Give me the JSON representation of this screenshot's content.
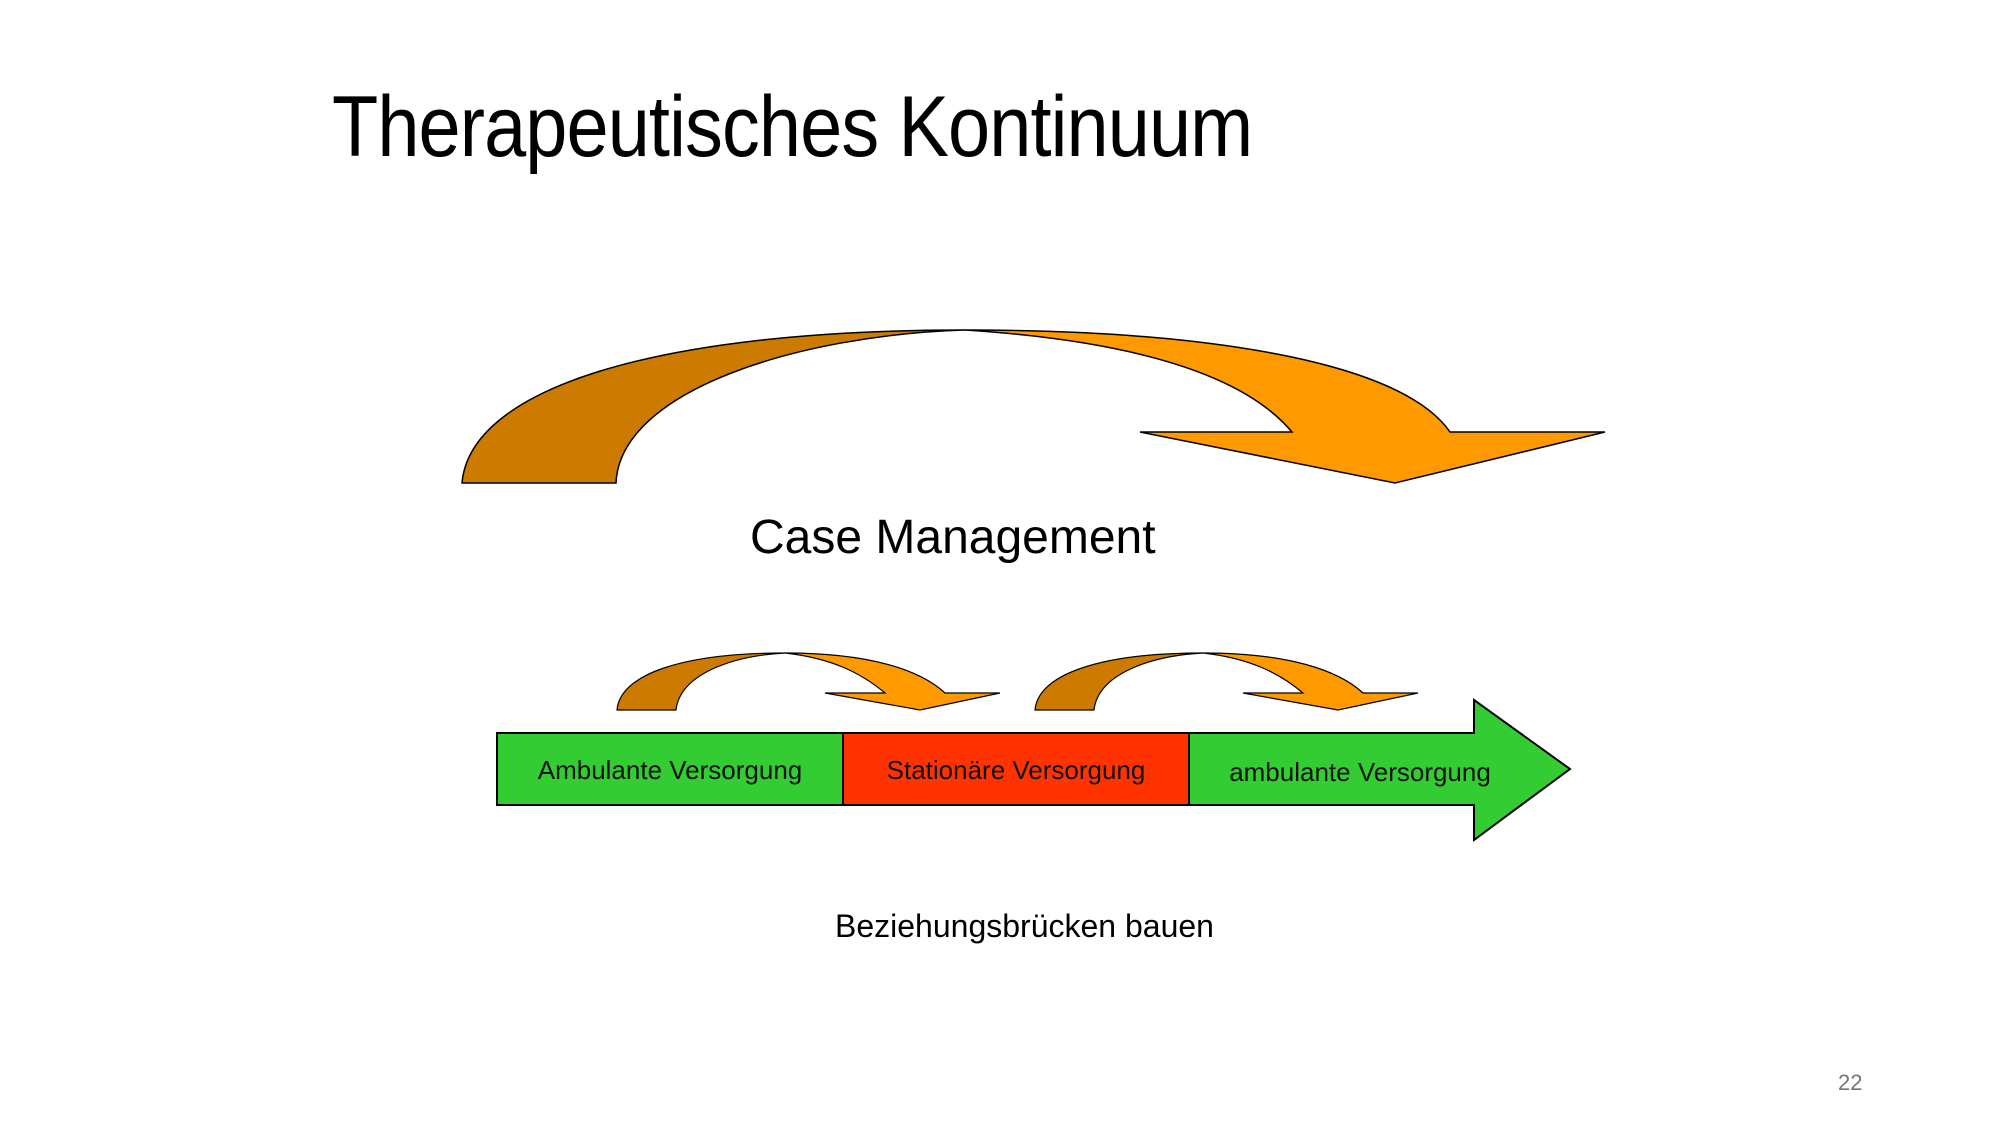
{
  "slide": {
    "title": "Therapeutisches Kontinuum",
    "page_number": "22"
  },
  "diagram": {
    "case_management_label": "Case Management",
    "bridge_label": "Beziehungsbrücken bauen",
    "segments": [
      {
        "label": "Ambulante Versorgung",
        "color": "#33CC33"
      },
      {
        "label": "Stationäre Versorgung",
        "color": "#FF3300"
      },
      {
        "label": "ambulante Versorgung",
        "color": "#33CC33"
      }
    ],
    "arrow_colors": {
      "dark": "#CC7A00",
      "light": "#FF9900"
    }
  }
}
